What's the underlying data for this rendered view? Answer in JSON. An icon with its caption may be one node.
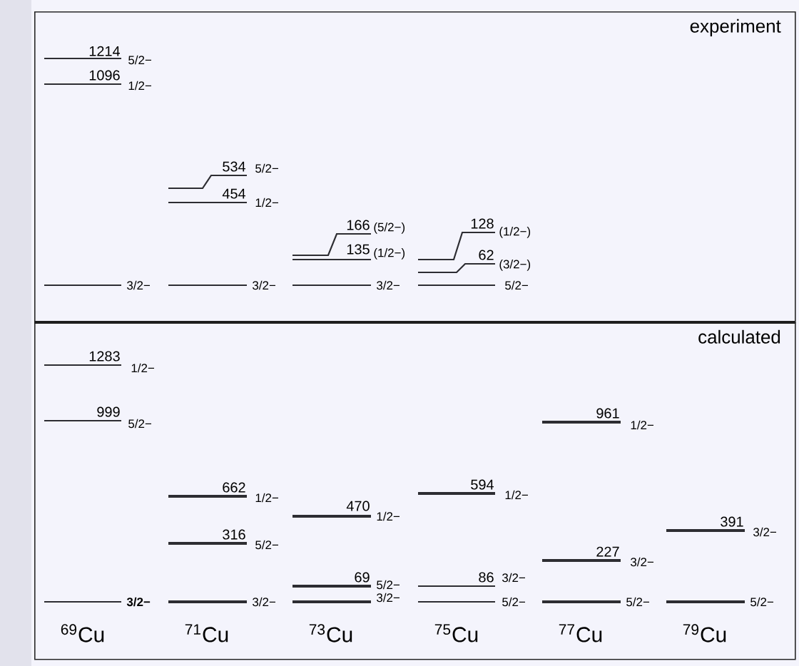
{
  "diagram": {
    "nodes": [
      {
        "text": [
          "experiment"
        ]
      },
      {
        "text": [
          "calculated"
        ]
      }
    ],
    "labels": [
      "1214",
      "5/2−",
      "1096",
      "1/2−",
      "534",
      "5/2−",
      "454",
      "1/2−",
      "166",
      "(5/2−)",
      "135",
      "(1/2−)",
      "128",
      "(1/2−)",
      "62",
      "(3/2−)",
      "3/2−",
      "3/2−",
      "3/2−",
      "5/2−",
      "1283",
      "1/2−",
      "999",
      "5/2−",
      "961",
      "1/2−",
      "594",
      "1/2−",
      "662",
      "1/2−",
      "470",
      "1/2−",
      "316",
      "5/2−",
      "391",
      "3/2−",
      "227",
      "3/2−",
      "69",
      "5/2−",
      "86",
      "3/2−",
      "3/2−",
      "3/2−",
      "3/2−",
      "5/2−",
      "5/2−",
      "5/2−",
      "$^{69}$Cu",
      "$^{71}$Cu",
      "$^{73}$Cu",
      "$^{75}$Cu",
      "$^{77}$Cu",
      "$^{79}$Cu"
    ]
  }
}
